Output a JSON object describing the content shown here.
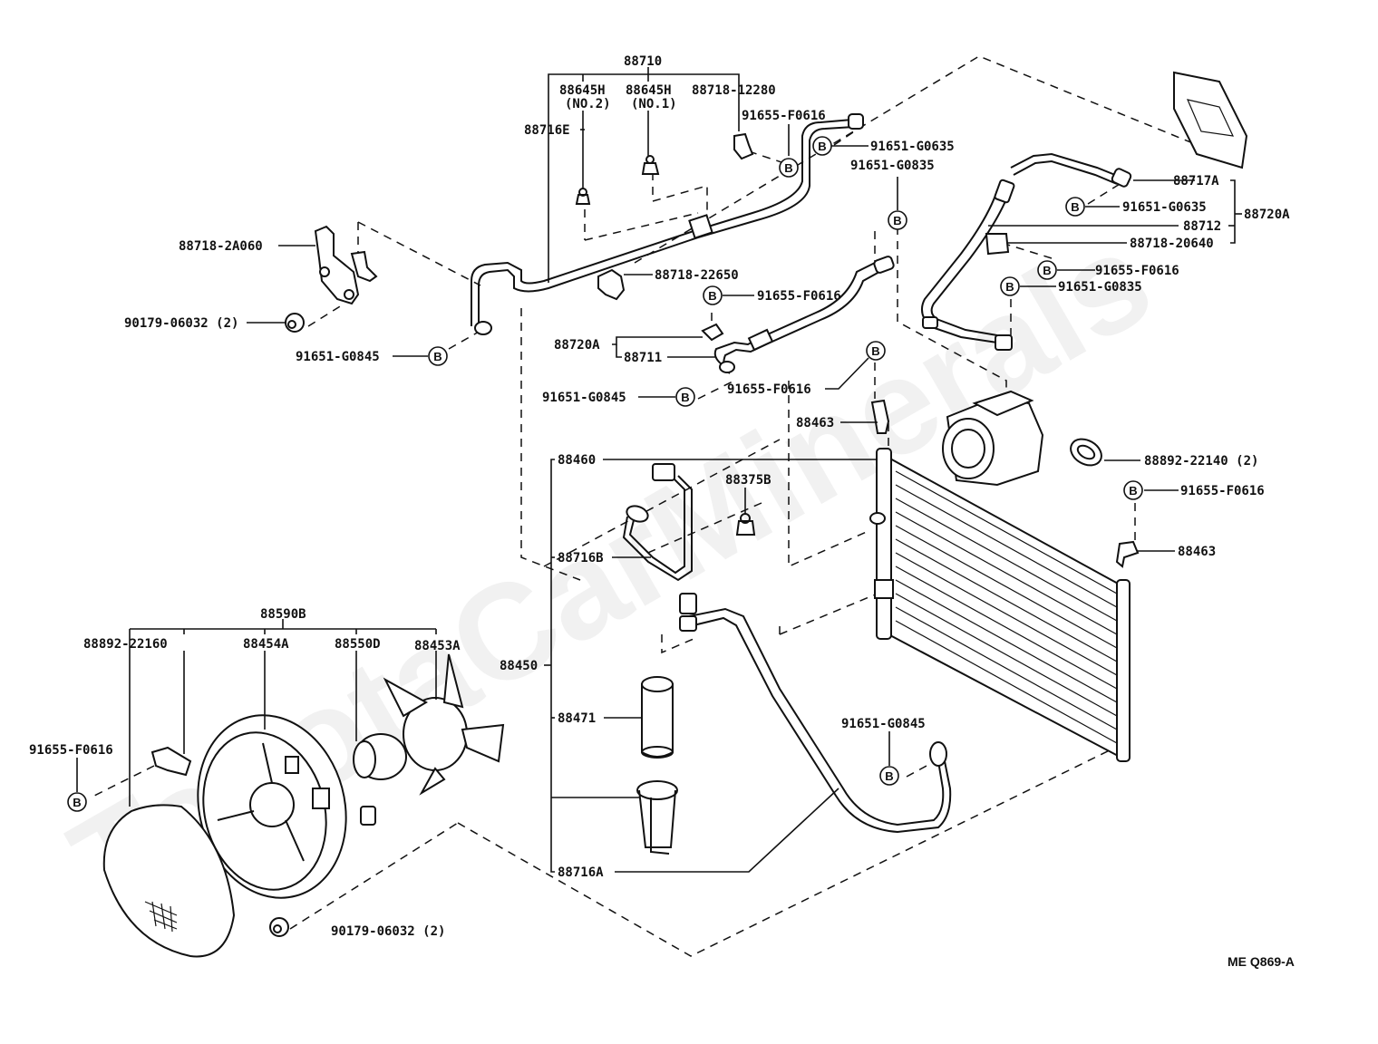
{
  "watermark": "ToyotaCarMinerals",
  "diagram_code": "ME Q869-A",
  "bolt_symbol": "B",
  "labels": {
    "l88710": "88710",
    "l88645h_no2": "88645H",
    "l88645h_no2_sub": "(NO.2)",
    "l88645h_no1": "88645H",
    "l88645h_no1_sub": "(NO.1)",
    "l88718_12280": "88718-12280",
    "l88716e": "88716E",
    "l91655_f0616_top": "91655-F0616",
    "l91651_g0635_top": "91651-G0635",
    "l91651_g0835_top": "91651-G0835",
    "l88717a": "88717A",
    "l91651_g0635_right": "91651-G0635",
    "l88712": "88712",
    "l88720a_right": "88720A",
    "l88718_20640": "88718-20640",
    "l91655_f0616_right": "91655-F0616",
    "l91651_g0835_right": "91651-G0835",
    "l88718_2a060": "88718-2A060",
    "l90179_06032_top": "90179-06032 (2)",
    "l91651_g0845_left": "91651-G0845",
    "l88718_22650": "88718-22650",
    "l91655_f0616_mid": "91655-F0616",
    "l88720a_mid": "88720A",
    "l88711": "88711",
    "l91651_g0845_mid": "91651-G0845",
    "l91655_f0616_mid2": "91655-F0616",
    "l88463_mid": "88463",
    "l88460": "88460",
    "l88375b": "88375B",
    "l88716b": "88716B",
    "l88892_22140": "88892-22140 (2)",
    "l91655_f0616_far_right": "91655-F0616",
    "l88463_right": "88463",
    "l88590b": "88590B",
    "l88892_22160": "88892-22160",
    "l88454a": "88454A",
    "l88550d": "88550D",
    "l88453a": "88453A",
    "l88450": "88450",
    "l91655_f0616_left": "91655-F0616",
    "l88471": "88471",
    "l91651_g0845_bottom": "91651-G0845",
    "l88716a": "88716A",
    "l90179_06032_bottom": "90179-06032 (2)"
  },
  "parts": [
    {
      "number": "88710",
      "name": "hose-assembly"
    },
    {
      "number": "88645H",
      "qualifier": "NO.2",
      "name": "valve"
    },
    {
      "number": "88645H",
      "qualifier": "NO.1",
      "name": "valve"
    },
    {
      "number": "88718-12280",
      "name": "clamp"
    },
    {
      "number": "88716E",
      "name": "hose"
    },
    {
      "number": "88717A",
      "name": "hose"
    },
    {
      "number": "88712",
      "name": "hose"
    },
    {
      "number": "88720A",
      "name": "pipe-assembly"
    },
    {
      "number": "88718-20640",
      "name": "clamp"
    },
    {
      "number": "88718-2A060",
      "name": "bracket"
    },
    {
      "number": "90179-06032",
      "qty": 2,
      "name": "nut"
    },
    {
      "number": "88718-22650",
      "name": "clamp"
    },
    {
      "number": "88711",
      "name": "pipe"
    },
    {
      "number": "88463",
      "name": "bracket"
    },
    {
      "number": "88460",
      "name": "condenser-assembly"
    },
    {
      "number": "88375B",
      "name": "plug"
    },
    {
      "number": "88716B",
      "name": "tube"
    },
    {
      "number": "88892-22140",
      "qty": 2,
      "name": "cushion"
    },
    {
      "number": "88590B",
      "name": "fan-assembly"
    },
    {
      "number": "88892-22160",
      "name": "bracket"
    },
    {
      "number": "88454A",
      "name": "fan-shroud"
    },
    {
      "number": "88550D",
      "name": "fan-motor"
    },
    {
      "number": "88453A",
      "name": "fan"
    },
    {
      "number": "88450",
      "name": "condenser"
    },
    {
      "number": "88471",
      "name": "receiver"
    },
    {
      "number": "88716A",
      "name": "tube"
    },
    {
      "number": "91655-F0616",
      "name": "bolt"
    },
    {
      "number": "91651-G0635",
      "name": "bolt"
    },
    {
      "number": "91651-G0835",
      "name": "bolt"
    },
    {
      "number": "91651-G0845",
      "name": "bolt"
    }
  ]
}
